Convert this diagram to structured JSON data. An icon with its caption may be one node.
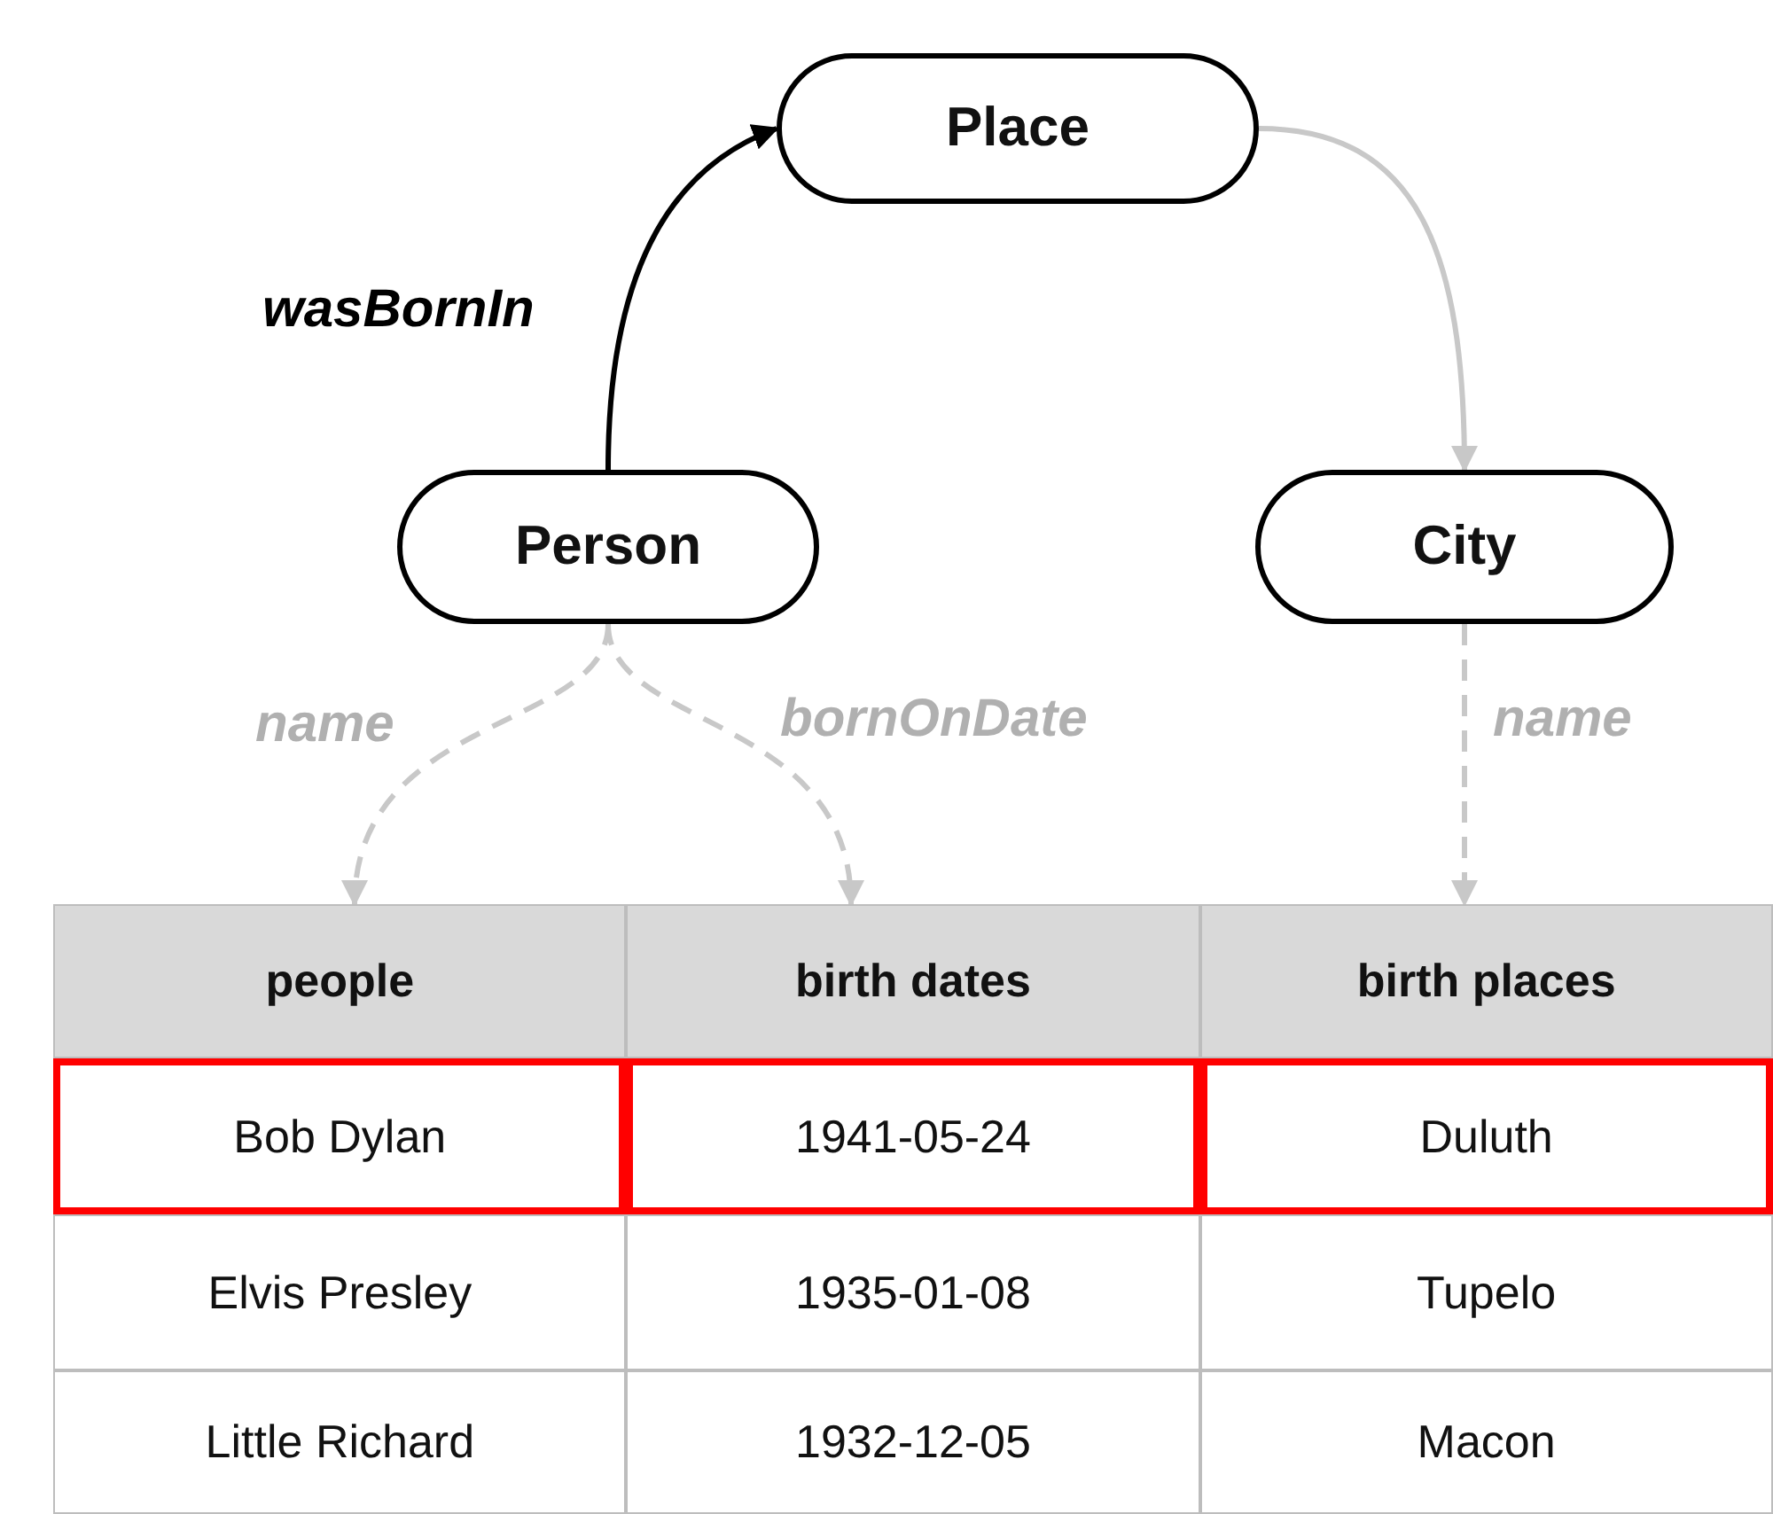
{
  "diagram": {
    "nodes": [
      {
        "text": [
          "Place"
        ]
      },
      {
        "text": [
          "Person"
        ]
      },
      {
        "text": [
          "City"
        ]
      },
      {
        "text": [
          "people"
        ]
      },
      {
        "text": [
          "birth dates"
        ]
      },
      {
        "text": [
          "birth places"
        ]
      }
    ],
    "edges": [
      {
        "from": 1,
        "to": 0,
        "arrow": "to",
        "label": "wasBornIn",
        "color": "#000000"
      },
      {
        "from": 0,
        "to": 2,
        "arrow": "to"
      },
      {
        "from": 1,
        "to": 3,
        "arrow": "to",
        "label": "name",
        "style": "dashed"
      },
      {
        "from": 1,
        "to": 4,
        "arrow": "to",
        "label": "bornOnDate",
        "style": "dashed"
      },
      {
        "from": 2,
        "to": 5,
        "arrow": "to",
        "label": "name",
        "style": "dashed"
      }
    ],
    "labels": [
      "Bob Dylan",
      "1941-05-24",
      "Duluth",
      "Elvis Presley",
      "1935-01-08",
      "Tupelo",
      "Little Richard",
      "1932-12-05",
      "Macon"
    ]
  }
}
